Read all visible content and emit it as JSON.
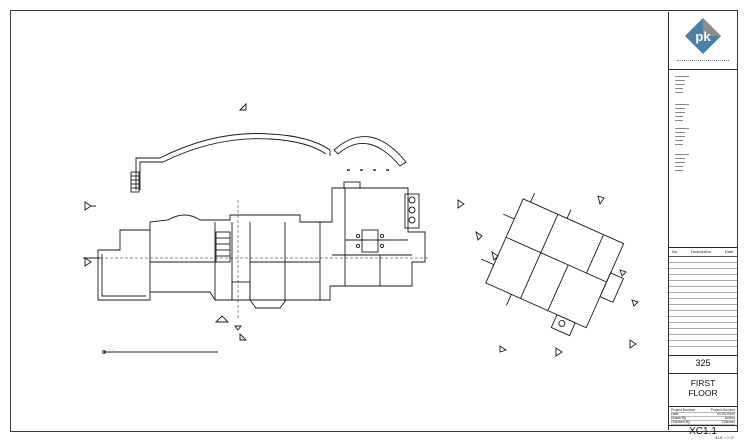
{
  "title_block": {
    "logo_text": "pk",
    "sheet_number": "325",
    "sheet_name_line1": "FIRST",
    "sheet_name_line2": "FLOOR",
    "revision_headers": {
      "no": "No.",
      "description": "Description",
      "date": "Date"
    },
    "info": [
      {
        "key": "Project Number",
        "value": "Project Number"
      },
      {
        "key": "Date",
        "value": "00-00-0000"
      },
      {
        "key": "Drawn By",
        "value": "Author"
      },
      {
        "key": "Checked By",
        "value": "Checker"
      }
    ],
    "sheet_id": "XC1.1",
    "scale": "3/16\" = 1'-0\""
  },
  "colors": {
    "line": "#1a1a1a",
    "logo_blue": "#4a7fa6",
    "logo_gray": "#8c8c8c"
  }
}
